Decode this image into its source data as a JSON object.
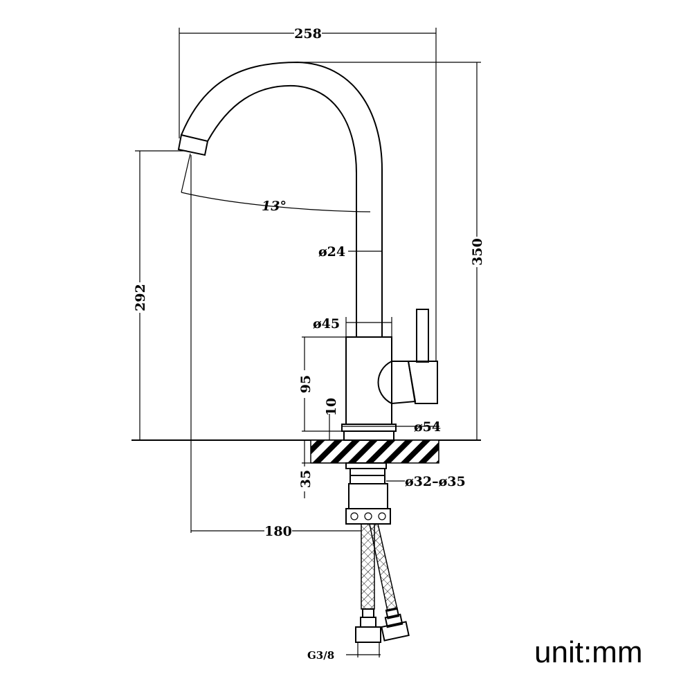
{
  "dimensions": {
    "width_total": "258",
    "height_total": "350",
    "spout_height": "292",
    "reach": "180",
    "angle": "13°",
    "spout_dia": "ø24",
    "body_dia": "ø45",
    "body_height": "95",
    "base_height": "10",
    "base_dia": "ø54",
    "mount_depth": "35",
    "shank_dia": "ø32–ø35",
    "thread": "G3/8"
  },
  "unit_label": "unit:mm"
}
